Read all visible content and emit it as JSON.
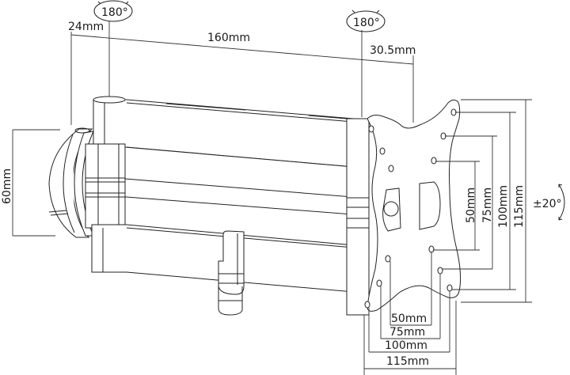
{
  "diagram": {
    "subject": "Swivel TV wall mount dimension drawing",
    "colors": {
      "line": "#222222",
      "background": "#ffffff"
    },
    "rotation_labels": {
      "wall_pivot": "180°",
      "tv_pivot": "180°",
      "tilt": "±20°"
    },
    "dimensions": {
      "wall_plate_offset": "24mm",
      "arm_length": "160mm",
      "head_offset": "30.5mm",
      "wall_plate_height": "60mm",
      "vesa_vertical": [
        "50mm",
        "75mm",
        "100mm",
        "115mm"
      ],
      "vesa_horizontal": [
        "50mm",
        "75mm",
        "100mm",
        "115mm"
      ]
    }
  }
}
